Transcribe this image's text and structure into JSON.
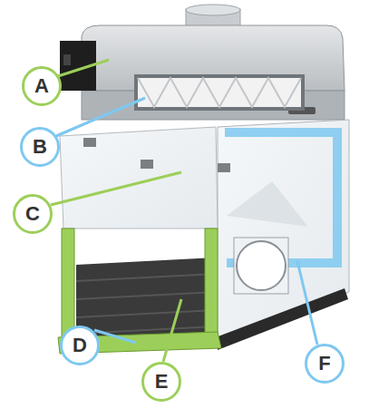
{
  "diagram": {
    "nodes": [
      {
        "text": [
          "A"
        ]
      },
      {
        "text": [
          "B"
        ]
      },
      {
        "text": [
          "C"
        ]
      },
      {
        "text": [
          "D"
        ]
      },
      {
        "text": [
          "E"
        ]
      },
      {
        "text": [
          "F"
        ]
      }
    ]
  }
}
